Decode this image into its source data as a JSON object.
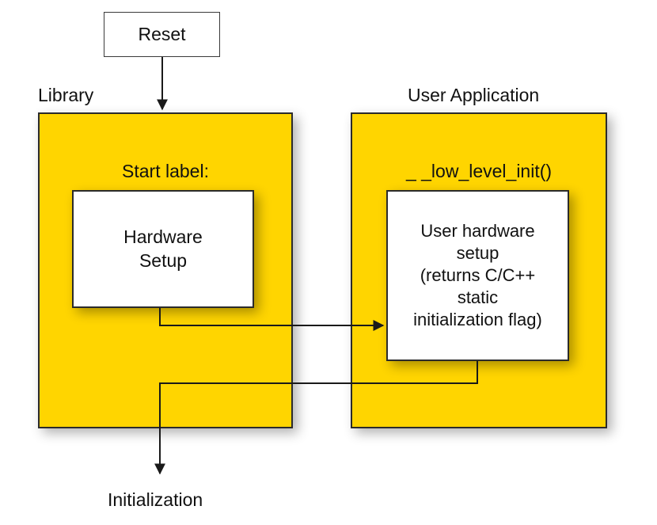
{
  "diagram": {
    "title": "Library / User Application startup flow",
    "background_color": "#FFFFFF",
    "region_fill_color": "#FFD500",
    "box_fill_color": "#FFFFFF",
    "stroke_color": "#2B2B2B",
    "text_color": "#111111"
  },
  "nodes": {
    "reset": {
      "label": "Reset",
      "shape": "rectangle",
      "fill": "#FFFFFF"
    },
    "hardware_setup": {
      "line1": "Hardware",
      "line2": "Setup",
      "shape": "rectangle",
      "fill": "#FFFFFF"
    },
    "user_hardware_setup": {
      "line1": "User hardware",
      "line2": "setup",
      "line3": "(returns  C/C++",
      "line4": "static",
      "line5": "initialization flag)",
      "shape": "rectangle",
      "fill": "#FFFFFF"
    }
  },
  "regions": {
    "library": {
      "label": "Library",
      "inner_label": "Start label:",
      "fill": "#FFD500"
    },
    "user_application": {
      "label": "User Application",
      "inner_label": "_ _low_level_init()",
      "fill": "#FFD500"
    }
  },
  "terminals": {
    "initialization": {
      "label": "Initialization"
    }
  },
  "edges": [
    {
      "name": "reset-to-library",
      "from": "reset",
      "to": "library-region",
      "arrowhead": true
    },
    {
      "name": "hardware-setup-to-user-hardware-setup",
      "from": "hardware_setup",
      "to": "user_hardware_setup",
      "arrowhead": true
    },
    {
      "name": "user-hardware-setup-to-initialization",
      "from": "user_hardware_setup",
      "to": "initialization",
      "arrowhead": true
    }
  ]
}
